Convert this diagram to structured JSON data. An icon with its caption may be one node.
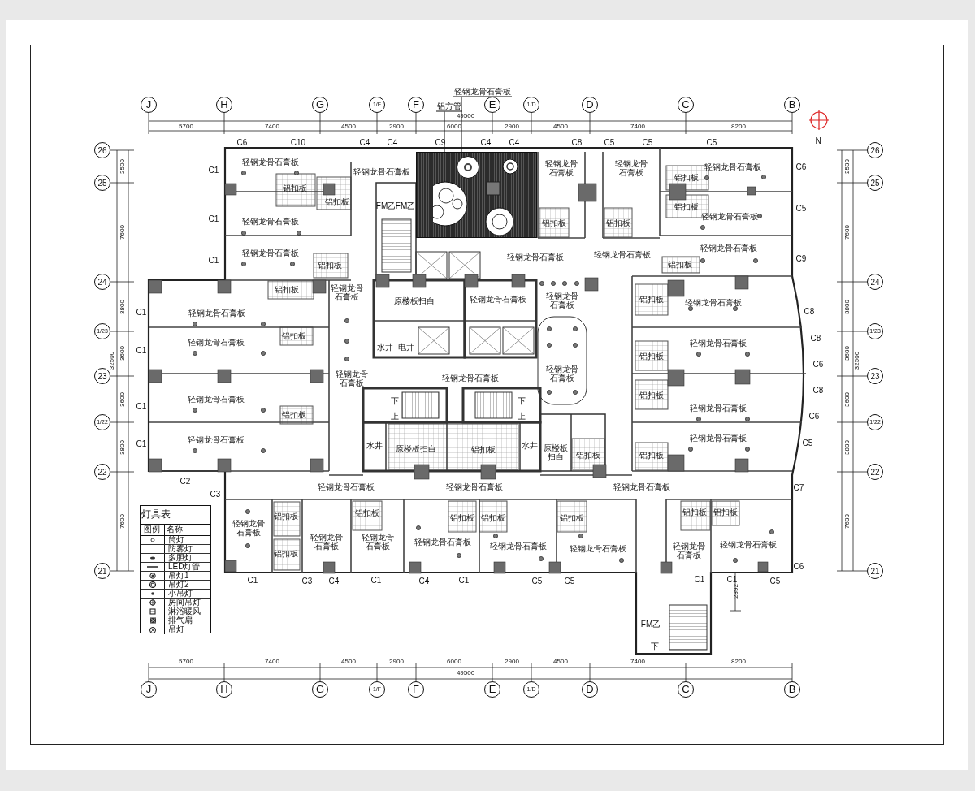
{
  "diagram": {
    "nodes": [
      {
        "text": [
          "铝方管"
        ]
      },
      {
        "text": [
          "轻钢龙骨石膏板"
        ]
      },
      {
        "text": [],
        "shape": "box"
      },
      {
        "text": [],
        "shape": "circle",
        "in": 2
      }
    ],
    "edges": [
      {
        "from": 0,
        "to": 2,
        "arrow": "none"
      },
      {
        "from": 1,
        "to": 3,
        "arrow": "none"
      }
    ],
    "labels": [
      "J",
      "H",
      "G",
      "1/F",
      "F",
      "E",
      "1/D",
      "D",
      "C",
      "B",
      "49500",
      "5700",
      "7400",
      "4500",
      "2900",
      "6000",
      "2900",
      "4500",
      "7400",
      "8200",
      "C6",
      "C10",
      "C4",
      "C4",
      "C9",
      "C4",
      "C4",
      "C8",
      "C5",
      "C5",
      "C5",
      "N",
      "26",
      "25",
      "24",
      "1/23",
      "23",
      "1/22",
      "22",
      "21",
      "2500",
      "7600",
      "3800",
      "3600",
      "3600",
      "3800",
      "7600",
      "32500",
      "26",
      "25",
      "24",
      "1/23",
      "23",
      "1/22",
      "22",
      "21",
      "2500",
      "7600",
      "3800",
      "3600",
      "3600",
      "3800",
      "7600",
      "32500",
      "C1",
      "C1",
      "C1",
      "C1",
      "C1",
      "C1",
      "C1",
      "C2",
      "C3",
      "C6",
      "C5",
      "C9",
      "C8",
      "C8",
      "C6",
      "C8",
      "C6",
      "C5",
      "C7",
      "C6",
      "C1",
      "C3",
      "C4",
      "C1",
      "C4",
      "C1",
      "C5",
      "C5",
      "C1",
      "C1",
      "C5",
      "2892",
      "轻钢龙骨石膏板",
      "铝扣板",
      "铝扣板",
      "轻钢龙骨石膏板",
      "FM乙",
      "FM乙",
      "轻钢龙骨石膏板",
      "轻钢龙骨石膏板",
      "铝扣板",
      "轻钢龙骨石膏板",
      "铝扣板",
      "轻钢龙骨石膏板",
      "轻钢龙骨石膏板",
      "铝扣板",
      "铝扣板",
      "轻钢龙骨石膏板",
      "铝扣板",
      "轻钢龙骨石膏板",
      "轻钢龙骨石膏板",
      "铝扣板",
      "轻钢龙骨石膏板",
      "铝扣板",
      "轻钢龙骨石膏板",
      "原楼板扫白",
      "轻钢龙骨石膏板",
      "轻钢龙骨石膏板",
      "铝扣板",
      "轻钢龙骨石膏板",
      "轻钢龙骨石膏板",
      "铝扣板",
      "轻钢龙骨石膏板",
      "水井",
      "电井",
      "铝扣板",
      "轻钢龙骨石膏板",
      "轻钢龙骨石膏板",
      "轻钢龙骨石膏板",
      "轻钢龙骨石膏板",
      "铝扣板",
      "轻钢龙骨石膏板",
      "下",
      "下",
      "轻钢龙骨石膏板",
      "铝扣板",
      "上",
      "上",
      "轻钢龙骨石膏板",
      "水井",
      "原楼板扫白",
      "铝扣板",
      "水井",
      "原楼板扫白",
      "铝扣板",
      "铝扣板",
      "轻钢龙骨石膏板",
      "轻钢龙骨石膏板",
      "轻钢龙骨石膏板",
      "轻钢龙骨石膏板",
      "铝扣板",
      "铝扣板",
      "铝扣板",
      "铝扣板",
      "铝扣板",
      "铝扣板",
      "铝扣板",
      "轻钢龙骨石膏板",
      "轻钢龙骨石膏板",
      "轻钢龙骨石膏板",
      "轻钢龙骨石膏板",
      "轻钢龙骨石膏板",
      "轻钢龙骨石膏板",
      "轻钢龙骨石膏板",
      "轻钢龙骨石膏板",
      "铝扣板",
      "FM乙",
      "下",
      "5700",
      "7400",
      "4500",
      "2900",
      "6000",
      "2900",
      "4500",
      "7400",
      "8200",
      "49500",
      "J",
      "H",
      "G",
      "1/F",
      "F",
      "E",
      "1/D",
      "D",
      "C",
      "B",
      "灯具表",
      "图例",
      "名称"
    ],
    "legend": [
      {
        "text": "筒灯"
      },
      {
        "text": "防雾灯"
      },
      {
        "text": "多胆灯"
      },
      {
        "text": "LED灯管"
      },
      {
        "text": "吊灯1"
      },
      {
        "text": "吊灯2"
      },
      {
        "text": "小吊灯"
      },
      {
        "text": "房间吊灯"
      },
      {
        "text": "淋浴暖风"
      },
      {
        "text": "排气扇"
      },
      {
        "text": "吊灯"
      }
    ]
  }
}
